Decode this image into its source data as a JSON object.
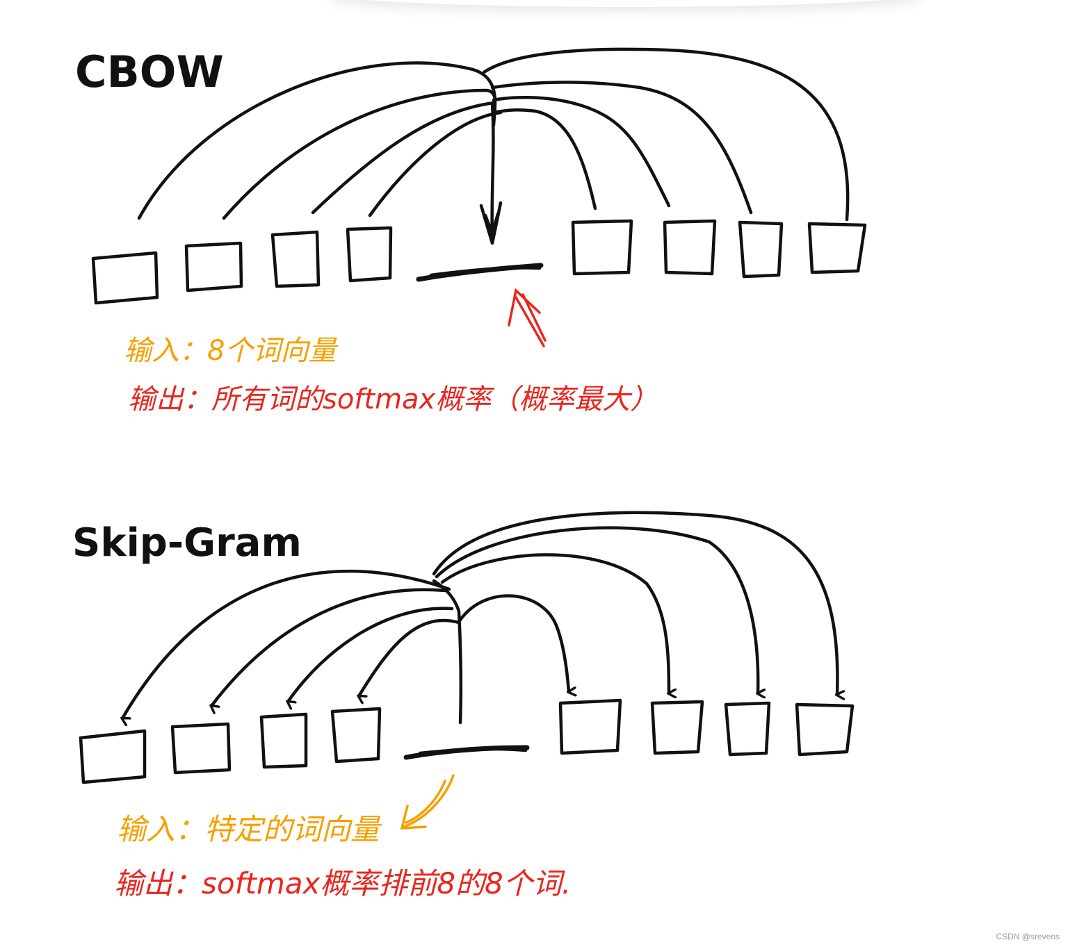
{
  "colors": {
    "ink": "#111111",
    "input_note": "#F5A000",
    "output_note": "#E8261E",
    "watermark": "#999999"
  },
  "cbow": {
    "title": "CBOW",
    "input_note": "输入：8个词向量",
    "output_note": "输出：所有词的softmax概率（概率最大）"
  },
  "skipgram": {
    "title": "Skip-Gram",
    "input_note": "输入：特定的词向量",
    "output_note": "输出：softmax概率排前8的8个词."
  },
  "watermark": "CSDN @srevens"
}
